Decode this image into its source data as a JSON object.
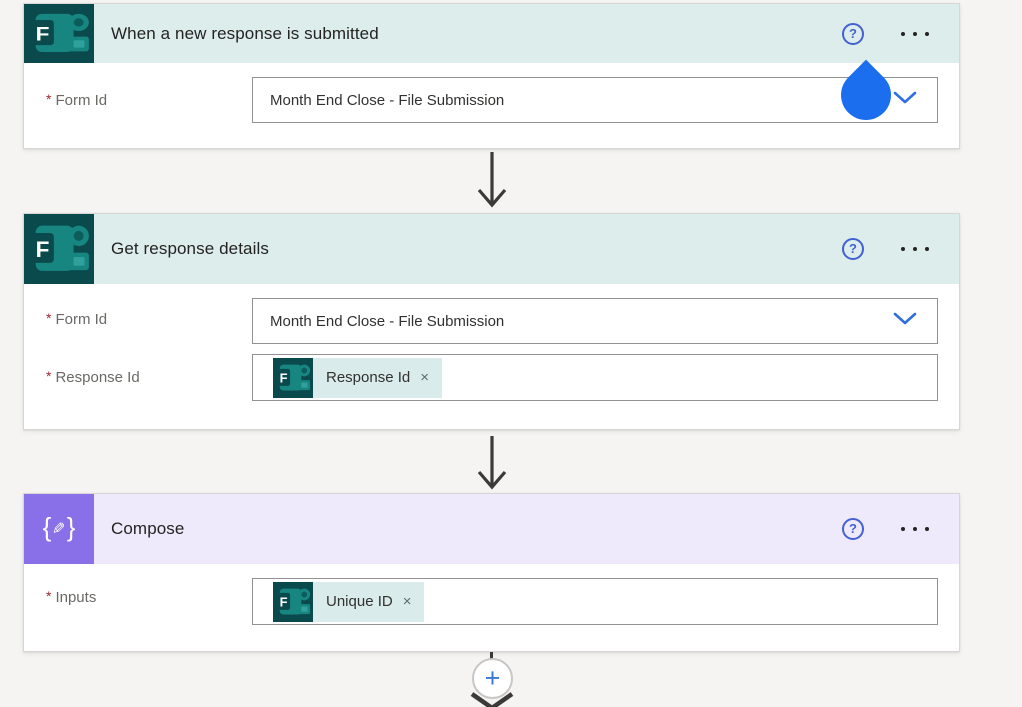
{
  "ui": {
    "required_marker": "*",
    "help_glyph": "?",
    "plus_glyph": "+",
    "remove_glyph": "×",
    "forms_letter": "F",
    "compose_brace_open": "{",
    "compose_pencil": "✎",
    "compose_brace_close": "}"
  },
  "colors": {
    "forms_icon_bg": "#0B4A4C",
    "forms_icon_accent": "#178680",
    "forms_header_bg": "#DCEDEC",
    "compose_icon_bg": "#8A70E8",
    "compose_header_bg": "#EFEAFB",
    "token_bg": "#D9ECEB",
    "dropdown_chevron_blue": "#2F6FDF",
    "touch_cursor_blue": "#1B6FEF",
    "help_icon_blue": "#4361D2",
    "arrow_gray": "#3B3A39",
    "canvas_bg": "#F5F4F2"
  },
  "cards": [
    {
      "title": "When a new response is submitted",
      "fields": [
        {
          "label": "Form Id",
          "required": true,
          "type": "dropdown",
          "value": "Month End Close - File Submission"
        }
      ]
    },
    {
      "title": "Get response details",
      "fields": [
        {
          "label": "Form Id",
          "required": true,
          "type": "dropdown",
          "value": "Month End Close - File Submission"
        },
        {
          "label": "Response Id",
          "required": true,
          "type": "token-input",
          "token": {
            "label": "Response Id"
          }
        }
      ]
    },
    {
      "title": "Compose",
      "fields": [
        {
          "label": "Inputs",
          "required": true,
          "type": "token-input",
          "token": {
            "label": "Unique ID"
          }
        }
      ]
    }
  ]
}
